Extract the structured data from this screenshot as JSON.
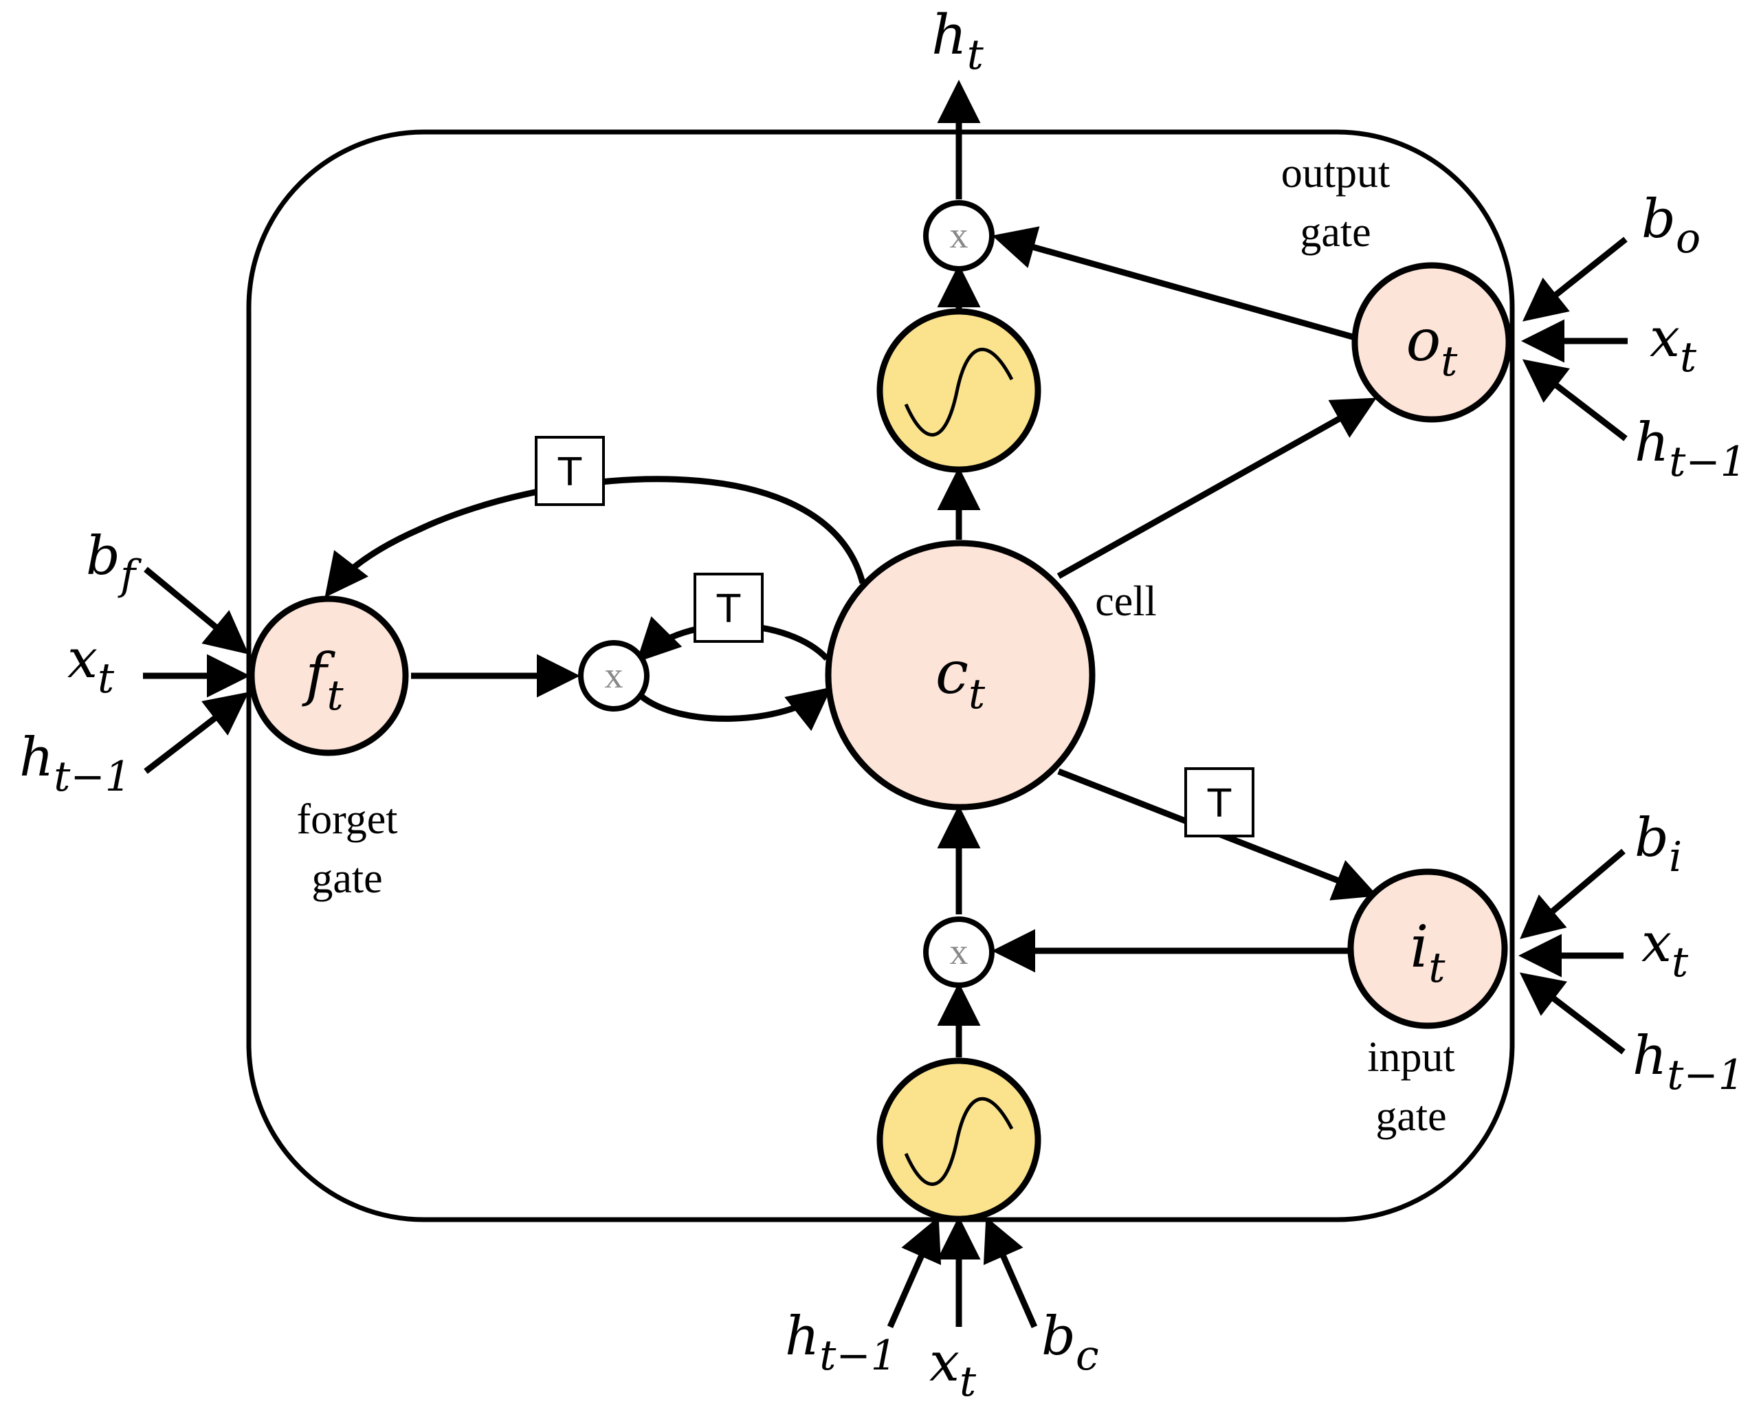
{
  "colors": {
    "node_fill": "#fde4d8",
    "tanh_fill": "#fbe38e",
    "stroke": "#000000",
    "multiply_text": "#888888"
  },
  "icons": {
    "activation": "tanh-wave-icon",
    "transpose": "transpose-box-icon",
    "multiply": "multiply-icon"
  },
  "nodes": {
    "forget": {
      "base": "f",
      "sub": "t",
      "caption_line1": "forget",
      "caption_line2": "gate"
    },
    "cell": {
      "base": "c",
      "sub": "t",
      "caption": "cell"
    },
    "output": {
      "base": "o",
      "sub": "t",
      "caption_line1": "output",
      "caption_line2": "gate"
    },
    "input": {
      "base": "i",
      "sub": "t",
      "caption_line1": "input",
      "caption_line2": "gate"
    }
  },
  "multiply_symbol": "x",
  "transpose_symbol": "T",
  "output_label": {
    "base": "h",
    "sub": "t"
  },
  "inputs": {
    "forget": [
      {
        "base": "b",
        "sub": "f"
      },
      {
        "base": "x",
        "sub": "t"
      },
      {
        "base": "h",
        "sub": "t−1"
      }
    ],
    "output": [
      {
        "base": "b",
        "sub": "o"
      },
      {
        "base": "x",
        "sub": "t"
      },
      {
        "base": "h",
        "sub": "t−1"
      }
    ],
    "input": [
      {
        "base": "b",
        "sub": "i"
      },
      {
        "base": "x",
        "sub": "t"
      },
      {
        "base": "h",
        "sub": "t−1"
      }
    ],
    "candidate": [
      {
        "base": "h",
        "sub": "t−1"
      },
      {
        "base": "x",
        "sub": "t"
      },
      {
        "base": "b",
        "sub": "c"
      }
    ]
  }
}
